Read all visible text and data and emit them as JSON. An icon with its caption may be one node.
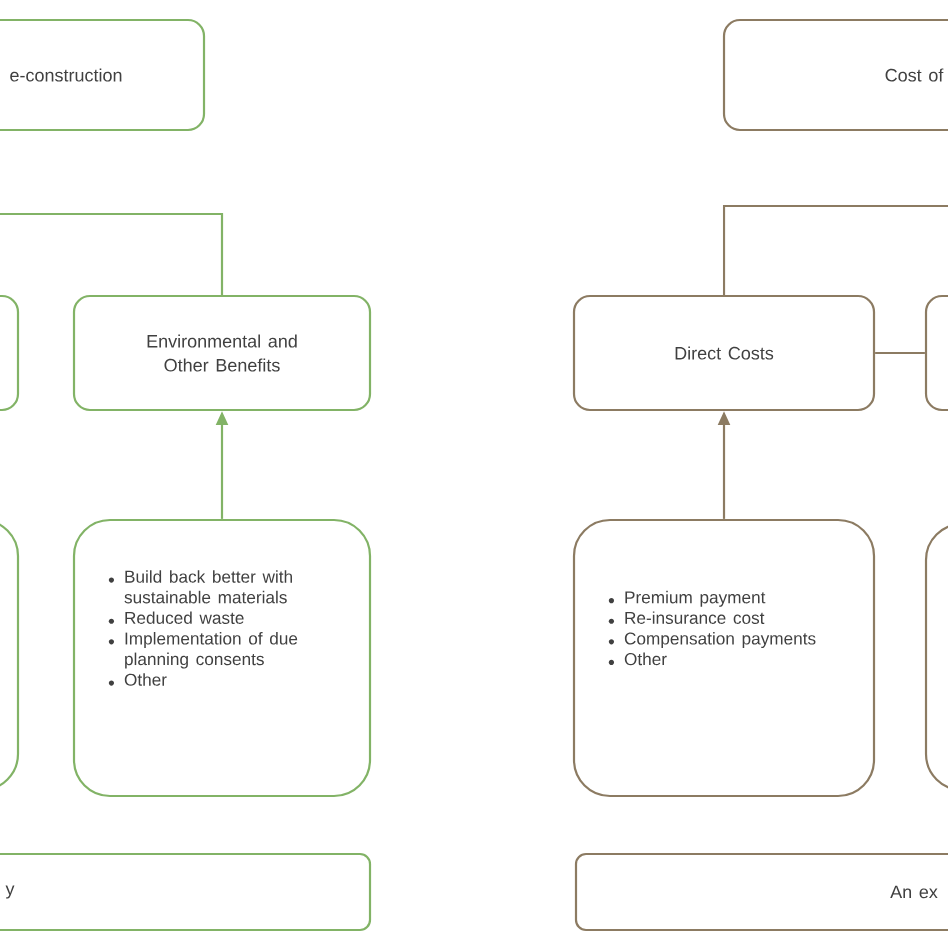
{
  "diagram": {
    "nodes": [
      {
        "text": [
          "e-construction"
        ]
      },
      {
        "text": [],
        "shape": "box"
      },
      {
        "text": [
          "Environmental and Other Benefits"
        ]
      },
      {
        "text": [],
        "shape": "box"
      },
      {
        "text": [
          "Build back better with sustainable materials",
          "Reduced waste",
          "Implementation of due planning consents",
          "Other"
        ]
      },
      {
        "text": [
          "y"
        ]
      },
      {
        "text": [
          "Cost of"
        ]
      },
      {
        "text": [
          "Direct Costs"
        ]
      },
      {
        "text": [],
        "shape": "box"
      },
      {
        "text": [
          "Premium payment",
          "Re-insurance cost",
          "Compensation payments",
          "Other"
        ]
      },
      {
        "text": [],
        "shape": "box"
      },
      {
        "text": [
          "An ex"
        ]
      }
    ],
    "edges": [
      {
        "from": null,
        "to": 2,
        "arrow": "none",
        "color": "#82b366"
      },
      {
        "from": 4,
        "to": 2,
        "arrow": "to",
        "color": "#82b366"
      },
      {
        "from": 7,
        "to": null,
        "arrow": "none",
        "color": "#8c7b62"
      },
      {
        "from": 7,
        "to": 8,
        "arrow": "none",
        "color": "#8c7b62"
      },
      {
        "from": 9,
        "to": 7,
        "arrow": "to",
        "color": "#8c7b62"
      }
    ]
  }
}
